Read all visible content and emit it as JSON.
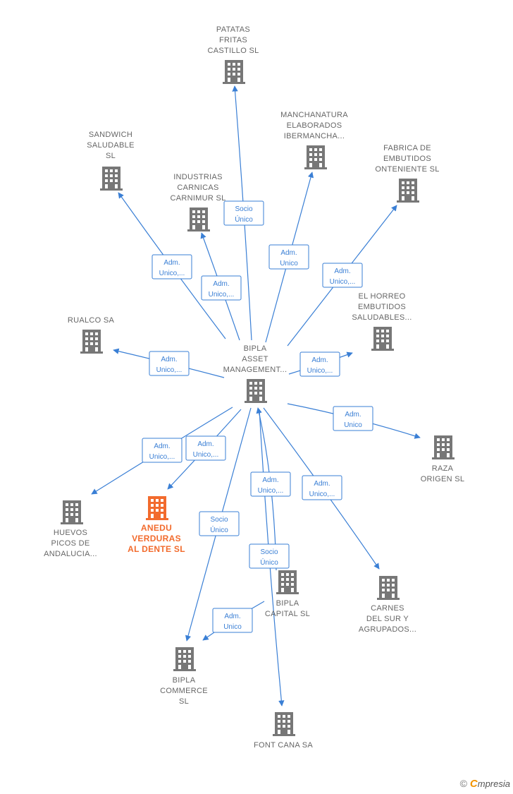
{
  "colors": {
    "edge": "#3a7fd5",
    "node": "#777777",
    "node_highlight": "#f26b2d",
    "label": "#666666",
    "label_highlight": "#f26b2d"
  },
  "nodes": [
    {
      "id": "bipla_asset",
      "lines": [
        "BIPLA",
        "ASSET",
        "MANAGEMENT..."
      ],
      "highlight": false
    },
    {
      "id": "patatas",
      "lines": [
        "PATATAS",
        "FRITAS",
        "CASTILLO  SL"
      ],
      "highlight": false
    },
    {
      "id": "manchanatura",
      "lines": [
        "MANCHANATURA",
        "ELABORADOS",
        "IBERMANCHA..."
      ],
      "highlight": false
    },
    {
      "id": "fabrica",
      "lines": [
        "FABRICA DE",
        "EMBUTIDOS",
        "ONTENIENTE SL"
      ],
      "highlight": false
    },
    {
      "id": "sandwich",
      "lines": [
        "SANDWICH",
        "SALUDABLE",
        "SL"
      ],
      "highlight": false
    },
    {
      "id": "industrias",
      "lines": [
        "INDUSTRIAS",
        "CARNICAS",
        "CARNIMUR  SL"
      ],
      "highlight": false
    },
    {
      "id": "rualco",
      "lines": [
        "RUALCO SA"
      ],
      "highlight": false
    },
    {
      "id": "horreo",
      "lines": [
        "EL HORREO",
        "EMBUTIDOS",
        "SALUDABLES..."
      ],
      "highlight": false
    },
    {
      "id": "raza",
      "lines": [
        "RAZA",
        "ORIGEN  SL"
      ],
      "highlight": false
    },
    {
      "id": "huevos",
      "lines": [
        "HUEVOS",
        "PICOS DE",
        "ANDALUCIA..."
      ],
      "highlight": false
    },
    {
      "id": "anedu",
      "lines": [
        "ANEDU",
        "VERDURAS",
        "AL DENTE  SL"
      ],
      "highlight": true
    },
    {
      "id": "bipla_capital",
      "lines": [
        "BIPLA",
        "CAPITAL  SL"
      ],
      "highlight": false
    },
    {
      "id": "carnes",
      "lines": [
        "CARNES",
        "DEL SUR Y",
        "AGRUPADOS..."
      ],
      "highlight": false
    },
    {
      "id": "bipla_commerce",
      "lines": [
        "BIPLA",
        "COMMERCE",
        "SL"
      ],
      "highlight": false
    },
    {
      "id": "font_cana",
      "lines": [
        "FONT CANA SA"
      ],
      "highlight": false
    }
  ],
  "edges": [
    {
      "from": "bipla_asset",
      "to": "patatas",
      "label": [
        "Socio",
        "Único"
      ]
    },
    {
      "from": "bipla_asset",
      "to": "manchanatura",
      "label": [
        "Adm.",
        "Unico"
      ]
    },
    {
      "from": "bipla_asset",
      "to": "fabrica",
      "label": [
        "Adm.",
        "Unico,..."
      ]
    },
    {
      "from": "bipla_asset",
      "to": "sandwich",
      "label": [
        "Adm.",
        "Unico,..."
      ]
    },
    {
      "from": "bipla_asset",
      "to": "industrias",
      "label": [
        "Adm.",
        "Unico,..."
      ]
    },
    {
      "from": "bipla_asset",
      "to": "rualco",
      "label": [
        "Adm.",
        "Unico,..."
      ]
    },
    {
      "from": "bipla_asset",
      "to": "horreo",
      "label": [
        "Adm.",
        "Unico,..."
      ]
    },
    {
      "from": "bipla_asset",
      "to": "raza",
      "label": [
        "Adm.",
        "Unico"
      ]
    },
    {
      "from": "bipla_asset",
      "to": "huevos",
      "label": [
        "Adm.",
        "Unico,..."
      ]
    },
    {
      "from": "bipla_asset",
      "to": "anedu",
      "label": [
        "Adm.",
        "Unico,..."
      ]
    },
    {
      "from": "bipla_asset",
      "to": "bipla_commerce",
      "label": [
        "Socio",
        "Único"
      ]
    },
    {
      "from": "bipla_asset",
      "to": "carnes",
      "label": [
        "Adm.",
        "Unico,..."
      ]
    },
    {
      "from": "bipla_capital",
      "to": "bipla_asset",
      "label": [
        "Adm.",
        "Unico,..."
      ]
    },
    {
      "from": "bipla_asset",
      "to": "font_cana",
      "label": [
        "Socio",
        "Único"
      ]
    },
    {
      "from": "bipla_capital",
      "to": "bipla_commerce",
      "label": [
        "Adm.",
        "Unico"
      ]
    }
  ],
  "watermark": {
    "copyright": "©",
    "brand_first": "C",
    "brand_rest": "mpresia"
  }
}
